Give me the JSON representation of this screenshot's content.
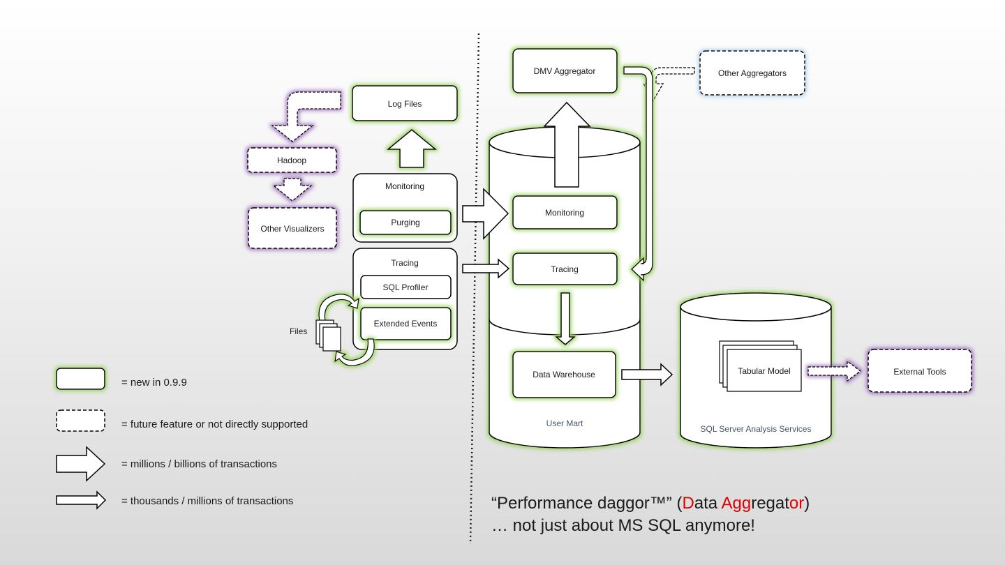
{
  "nodes": {
    "log_files": "Log Files",
    "hadoop": "Hadoop",
    "other_visualizers": "Other Visualizers",
    "monitoring_group": "Monitoring",
    "purging": "Purging",
    "tracing_group": "Tracing",
    "sql_profiler": "SQL Profiler",
    "extended_events": "Extended Events",
    "files": "Files",
    "dmv_aggregator": "DMV Aggregator",
    "other_aggregators": "Other Aggregators",
    "mart_monitoring": "Monitoring",
    "mart_tracing": "Tracing",
    "data_warehouse": "Data Warehouse",
    "user_mart": "User Mart",
    "tabular_model": "Tabular Model",
    "ssas": "SQL Server Analysis Services",
    "external_tools": "External Tools"
  },
  "legend": {
    "new": "= new in 0.9.9",
    "future": "= future feature or not directly supported",
    "millions": "= millions / billions of transactions",
    "thousands": "= thousands / millions of transactions"
  },
  "tagline": {
    "line1_open": "“Performance daggor™” (",
    "d": "D",
    "ata": "ata ",
    "agg": "Agg",
    "regat": "regat",
    "or": "or",
    "close": ")",
    "line2": "…  not just about MS SQL anymore!"
  },
  "colors": {
    "new_glow": "#92d050",
    "future_glow": "#7030a0",
    "future_alt_glow": "#9dc3e6",
    "accent_red": "#e00000"
  }
}
